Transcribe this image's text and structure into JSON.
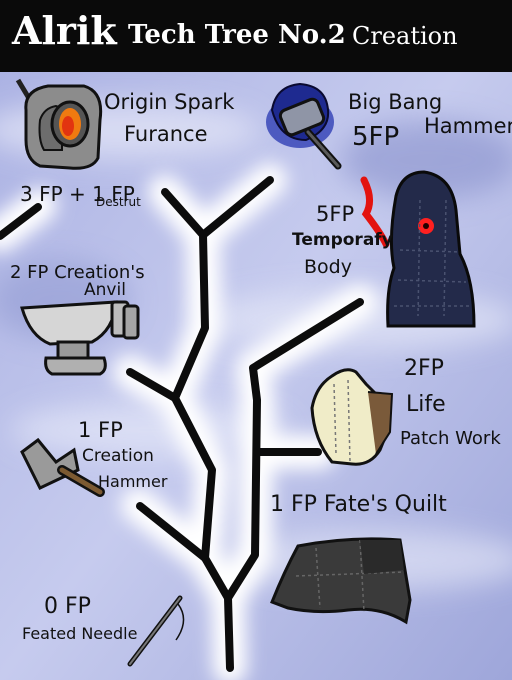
{
  "header": {
    "name": "Alrik",
    "subtitle": "Tech Tree No.2",
    "theme": "Creation"
  },
  "nodes": {
    "origin_spark": {
      "title_line1": "Origin Spark",
      "title_line2": "Furance",
      "cost": "3 FP + 1 FP",
      "cost_note": "Destrut"
    },
    "big_bang": {
      "title_line1": "Big Bang",
      "title_line2": "Hammer",
      "cost": "5FP"
    },
    "temporary_body": {
      "cost": "5FP",
      "title_line1": "Temporafy",
      "title_line2": "Body"
    },
    "creations_anvil": {
      "cost_title": "2 FP Creation's",
      "title_line2": "Anvil"
    },
    "life_patch": {
      "cost": "2FP",
      "title_line1": "Life",
      "title_line2": "Patch Work"
    },
    "creation_hammer": {
      "cost": "1 FP",
      "title_line1": "Creation",
      "title_line2": "Hammer"
    },
    "fates_quilt": {
      "title": "1 FP Fate's Quilt"
    },
    "fated_needle": {
      "cost": "0 FP",
      "title": "Feated Needle"
    }
  },
  "colors": {
    "header_bg": "#0a0a0a",
    "sky": "#b6bce6",
    "glow": "#ffffff",
    "branch": "#0c0c0c",
    "ink": "#111111"
  }
}
